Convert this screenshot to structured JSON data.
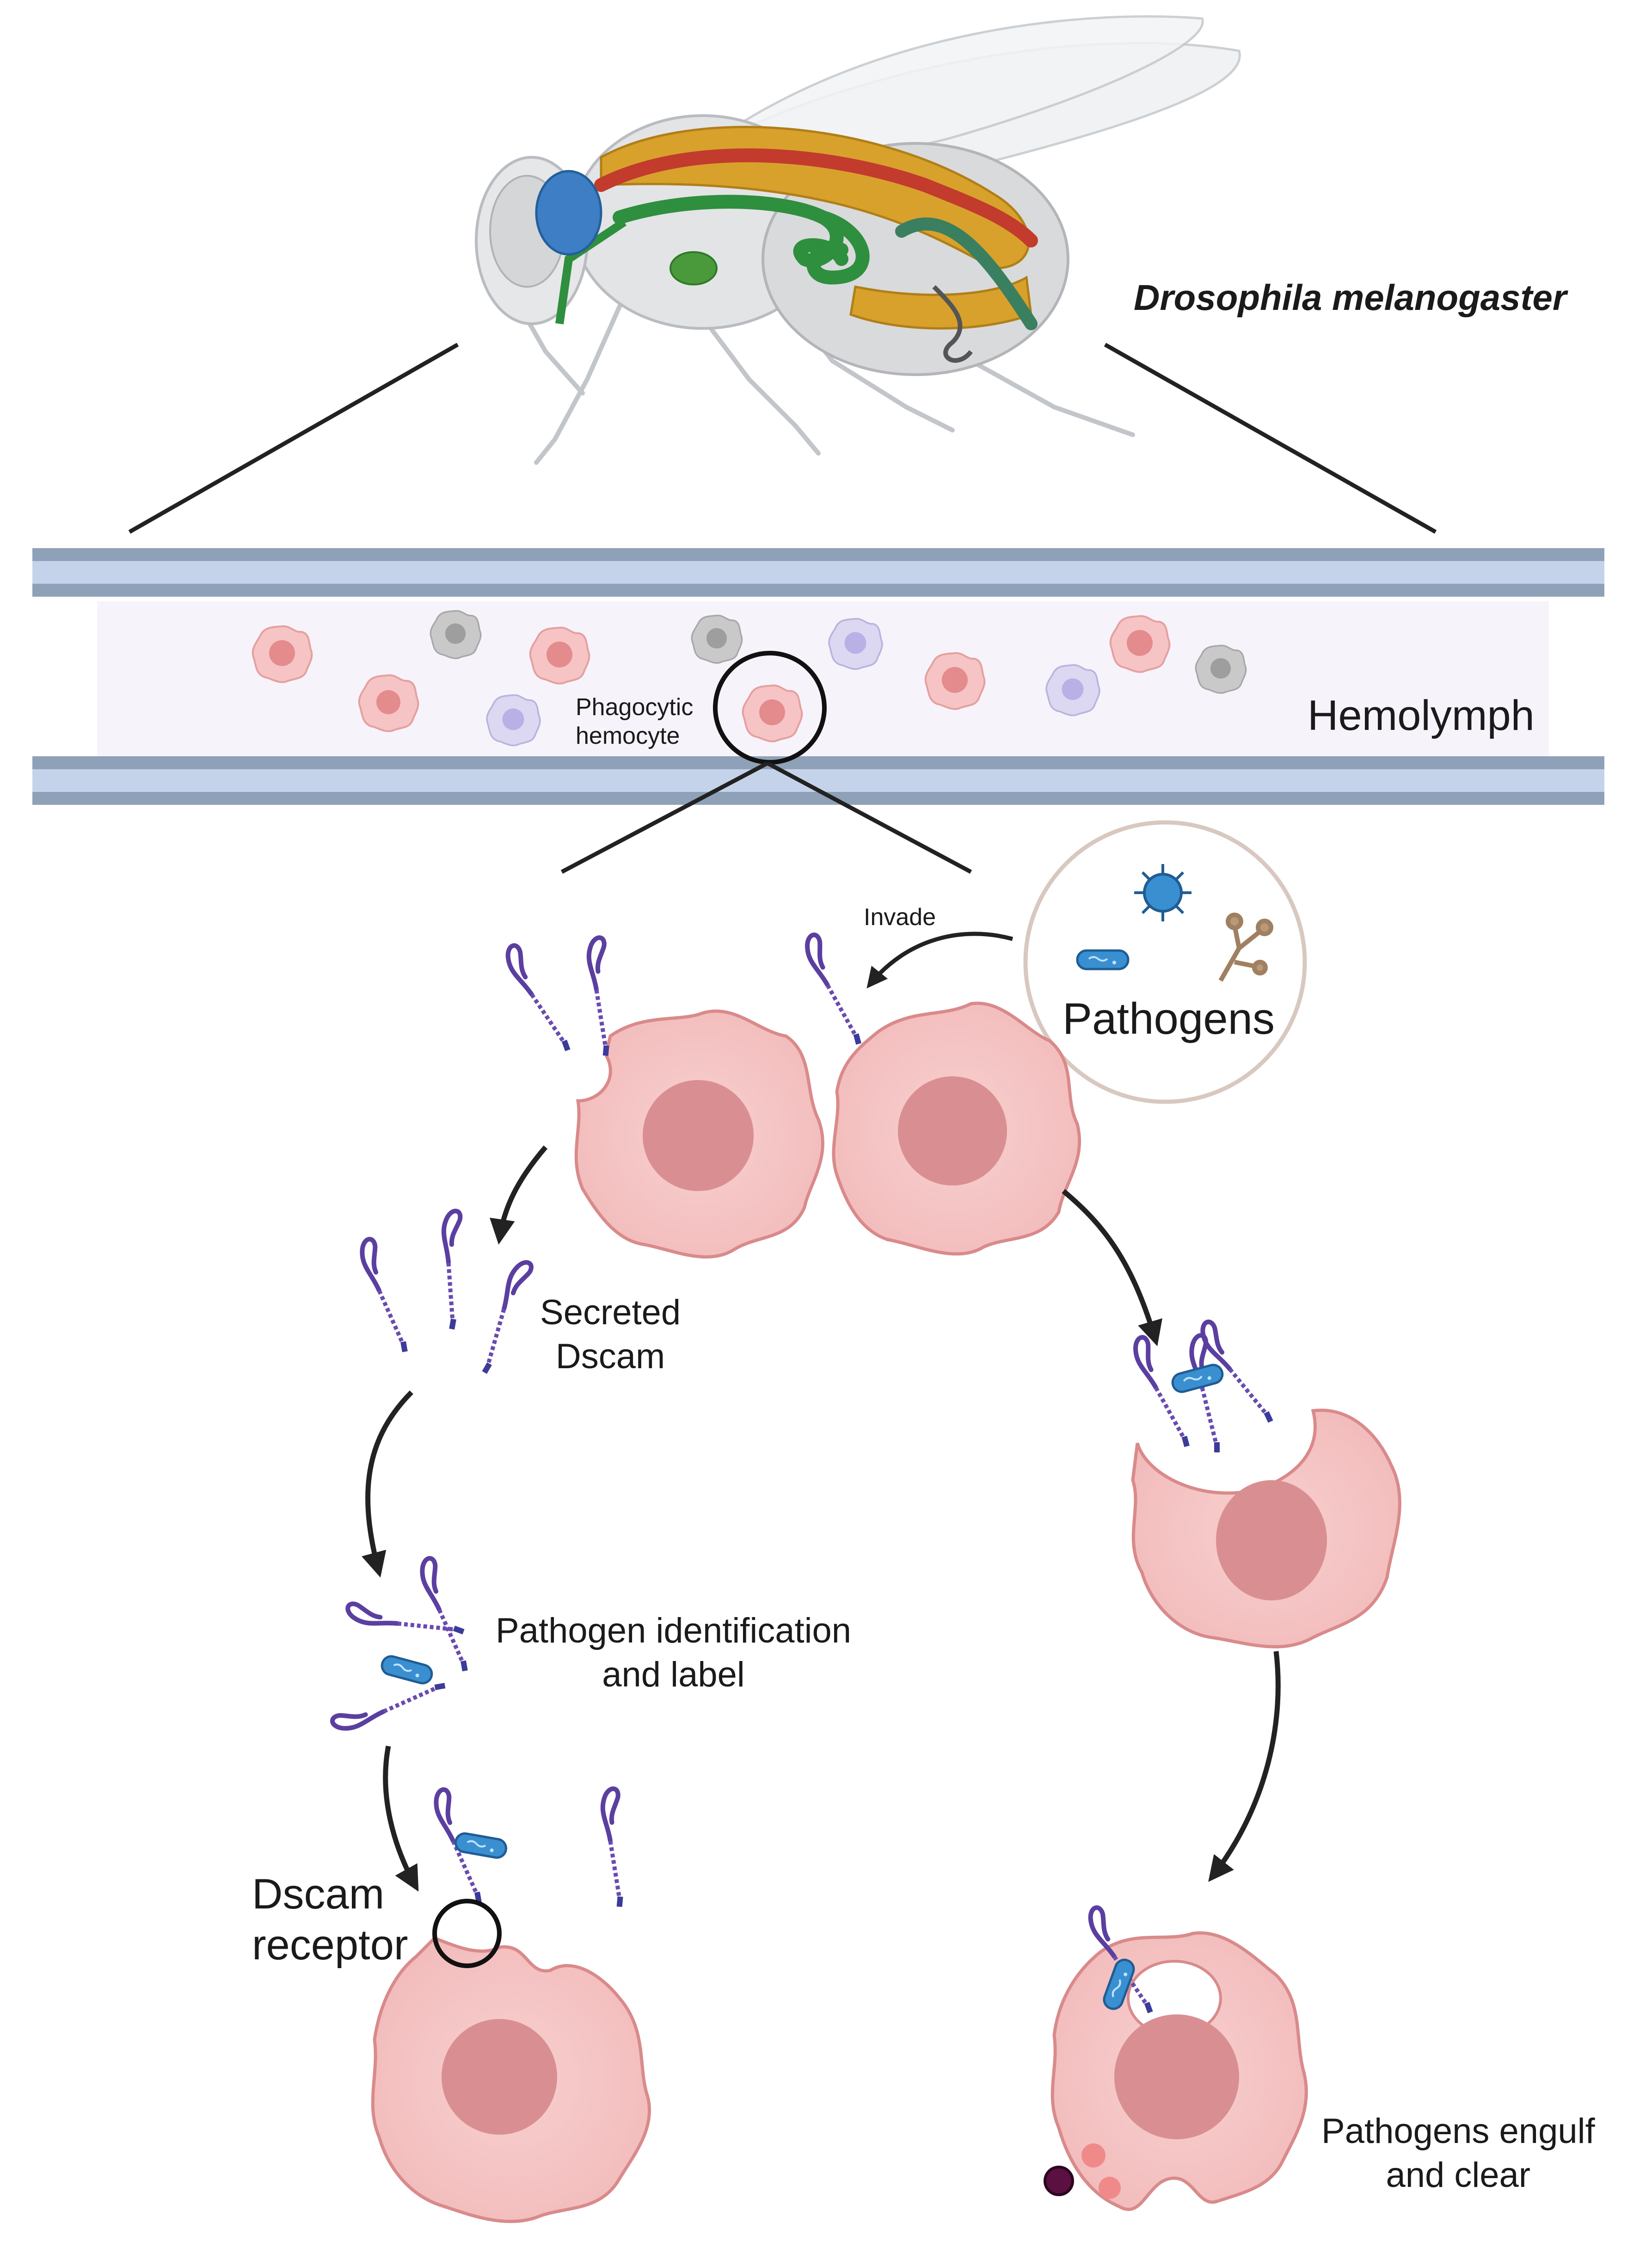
{
  "labels": {
    "species": "Drosophila melanogaster",
    "hemolymph": "Hemolymph",
    "phagocytic_line1": "Phagocytic",
    "phagocytic_line2": "hemocyte",
    "invade": "Invade",
    "pathogens": "Pathogens",
    "secreted_line1": "Secreted",
    "secreted_line2": "Dscam",
    "identification_line1": "Pathogen identification",
    "identification_line2": "and label",
    "dscam_receptor_line1": "Dscam",
    "dscam_receptor_line2": "receptor",
    "engulf_line1": "Pathogens engulf",
    "engulf_line2": "and clear"
  },
  "colors": {
    "cell_fill": "#f5c4c4",
    "cell_stroke": "#d98a8a",
    "nucleus": "#d98f92",
    "vessel_dark": "#8fa1b8",
    "vessel_light": "#c5d3ea",
    "hemolymph_bg": "#f8f4fc",
    "dscam": "#5b3fa0",
    "bacterium": "#3a8fd0",
    "arrow": "#222222"
  }
}
